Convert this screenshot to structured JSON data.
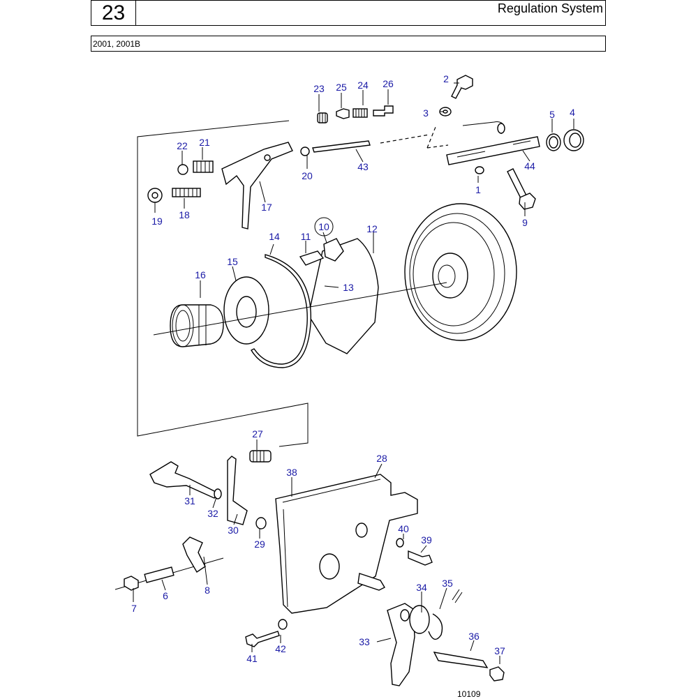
{
  "header": {
    "section_number": "23",
    "title": "Regulation System"
  },
  "models": "2001, 2001B",
  "drawing_number": "10109",
  "callouts": {
    "p1": "1",
    "p2": "2",
    "p3": "3",
    "p4": "4",
    "p5": "5",
    "p6": "6",
    "p7": "7",
    "p8": "8",
    "p9": "9",
    "p10": "10",
    "p11": "11",
    "p12": "12",
    "p13": "13",
    "p14": "14",
    "p15": "15",
    "p16": "16",
    "p17": "17",
    "p18": "18",
    "p19": "19",
    "p20": "20",
    "p21": "21",
    "p22": "22",
    "p23": "23",
    "p24": "24",
    "p25": "25",
    "p26": "26",
    "p27": "27",
    "p28": "28",
    "p29": "29",
    "p30": "30",
    "p31": "31",
    "p32": "32",
    "p33": "33",
    "p34": "34",
    "p35": "35",
    "p36": "36",
    "p37": "37",
    "p38": "38",
    "p39": "39",
    "p40": "40",
    "p41": "41",
    "p42": "42",
    "p43": "43",
    "p44": "44"
  }
}
